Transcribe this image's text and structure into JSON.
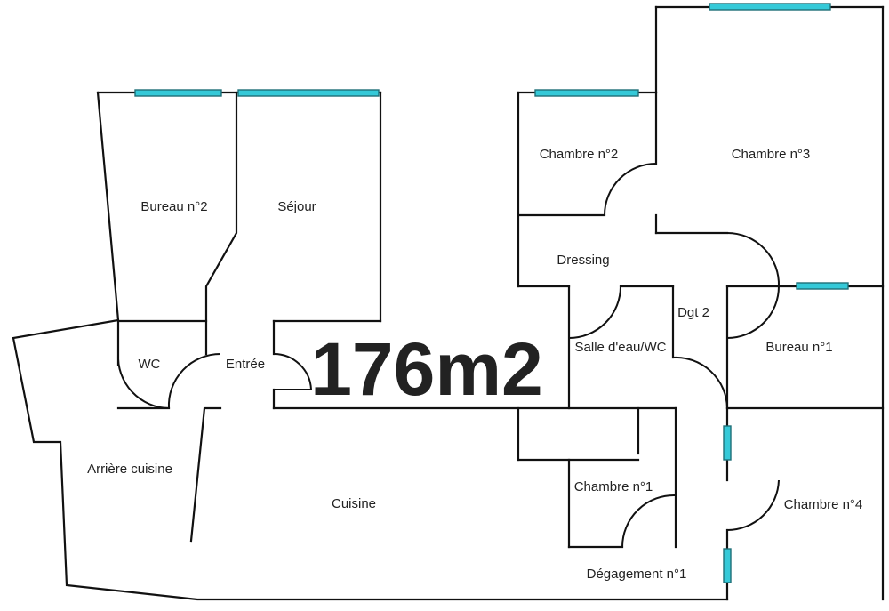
{
  "area_label": "176m2",
  "rooms": {
    "bureau2": "Bureau n°2",
    "sejour": "Séjour",
    "chambre2": "Chambre n°2",
    "chambre3": "Chambre n°3",
    "dressing": "Dressing",
    "dgt2": "Dgt 2",
    "wc": "WC",
    "entree": "Entrée",
    "salle_eau": "Salle d'eau/WC",
    "bureau1": "Bureau n°1",
    "arriere_cuisine": "Arrière cuisine",
    "cuisine": "Cuisine",
    "chambre1": "Chambre n°1",
    "chambre4": "Chambre n°4",
    "degagement1": "Dégagement n°1"
  },
  "colors": {
    "wall": "#111111",
    "window": "#35c9d8",
    "text": "#222222"
  }
}
